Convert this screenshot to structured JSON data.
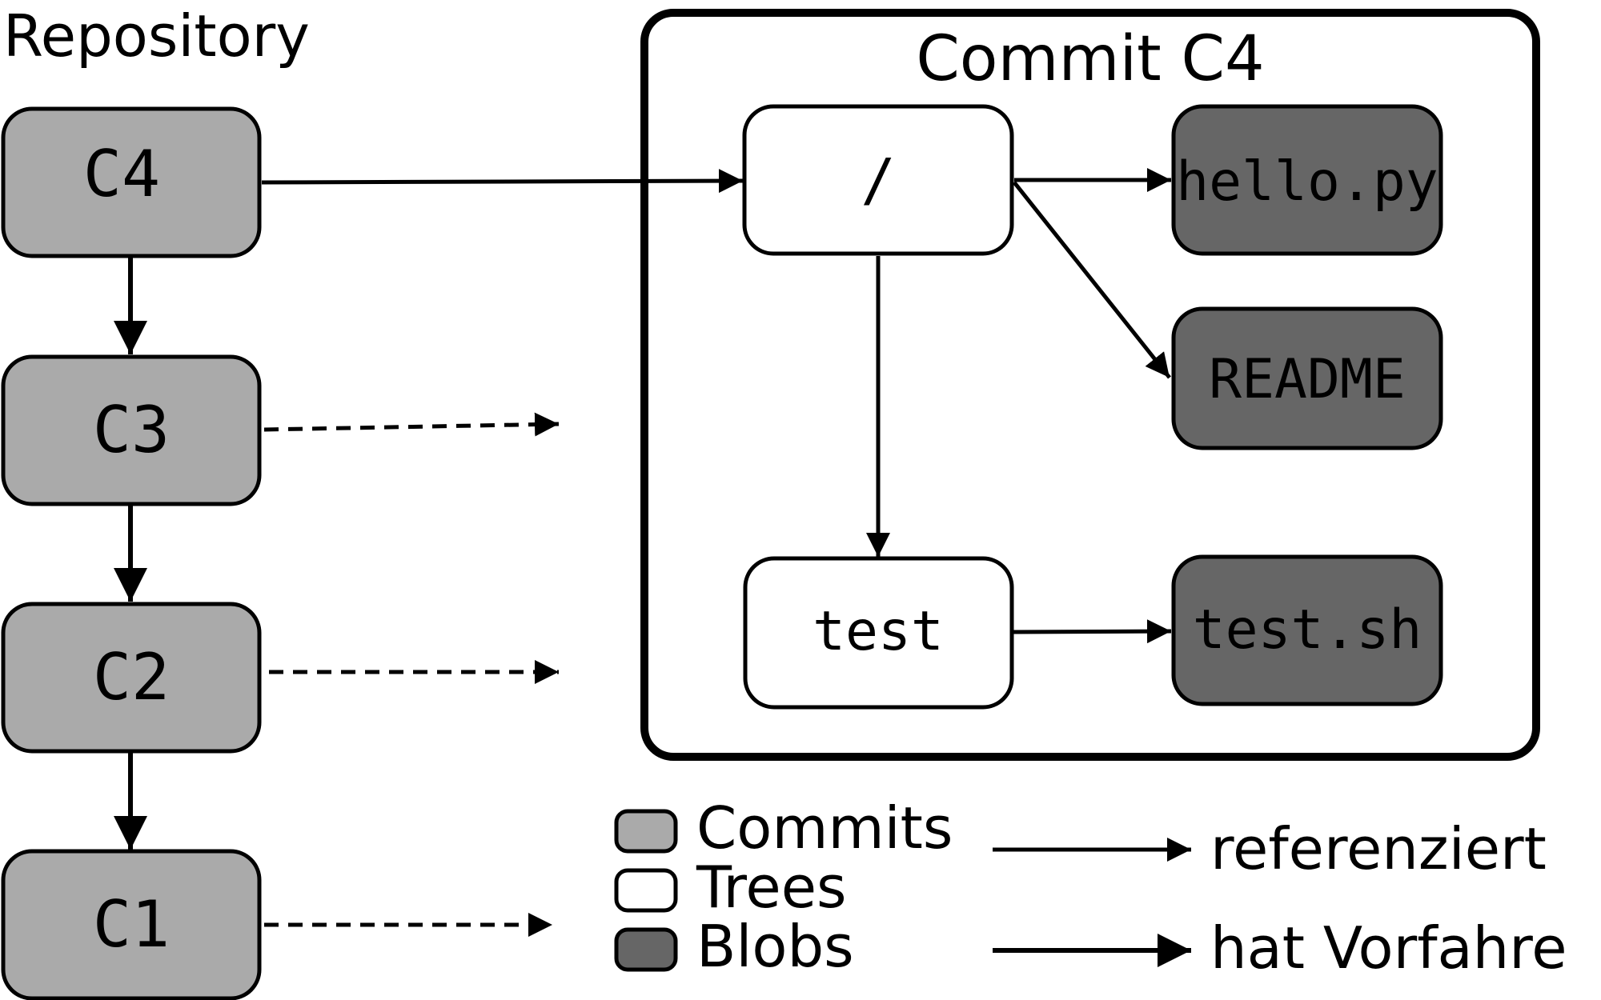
{
  "repository": {
    "title": "Repository",
    "commits": [
      {
        "label": "C4"
      },
      {
        "label": "C3"
      },
      {
        "label": "C2"
      },
      {
        "label": "C1"
      }
    ]
  },
  "commit_panel": {
    "title": "Commit C4",
    "trees": {
      "root": "/",
      "test": "test"
    },
    "blobs": {
      "hello": "hello.py",
      "readme": "README",
      "testsh": "test.sh"
    }
  },
  "legend": {
    "commits": "Commits",
    "trees": "Trees",
    "blobs": "Blobs",
    "references": "referenziert",
    "has_ancestor": "hat Vorfahre"
  },
  "colors": {
    "commit_fill": "#aaaaaa",
    "tree_fill": "#ffffff",
    "blob_fill": "#666666",
    "stroke": "#000000"
  }
}
